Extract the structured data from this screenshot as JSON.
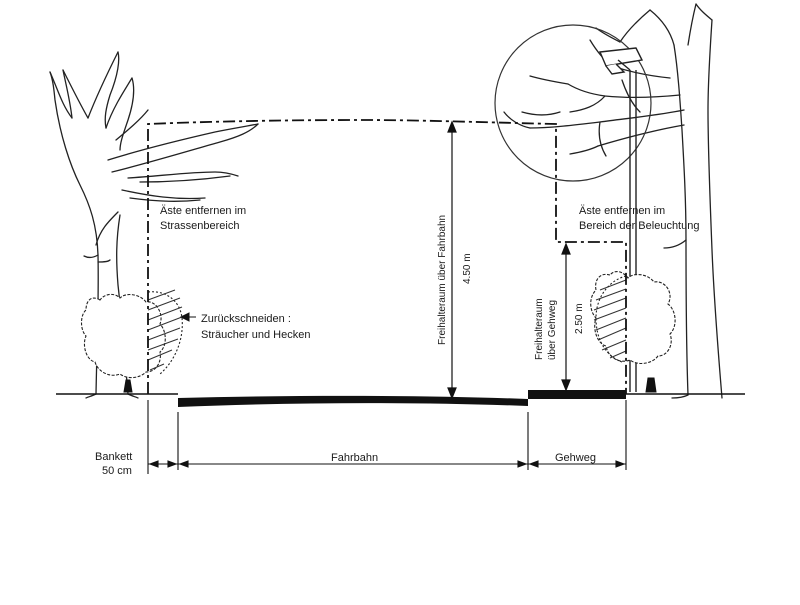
{
  "labels": {
    "remove_branches_street_1": "Äste entfernen im",
    "remove_branches_street_2": "Strassenbereich",
    "remove_branches_light_1": "Äste entfernen im",
    "remove_branches_light_2": "Bereich der Beleuchtung",
    "cut_back_1": "Zurückschneiden :",
    "cut_back_2": "Sträucher und Hecken",
    "clearance_road_1": "Freihalteraum über Fahrbahn",
    "clearance_road_2": "4.50 m",
    "clearance_walk_1": "Freihalteraum",
    "clearance_walk_2": "über Gehweg",
    "clearance_walk_3": "2.50 m",
    "bankett_1": "Bankett",
    "bankett_2": "50 cm",
    "fahrbahn": "Fahrbahn",
    "gehweg": "Gehweg"
  }
}
